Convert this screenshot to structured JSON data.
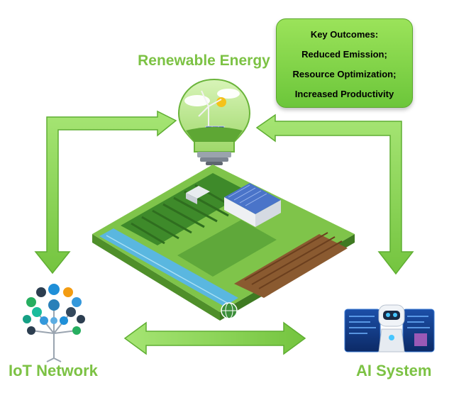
{
  "labels": {
    "renewable_energy": "Renewable Energy",
    "iot_network": "IoT Network",
    "ai_system": "AI System"
  },
  "outcomes": {
    "title": "Key Outcomes:",
    "items": [
      "Reduced Emission;",
      "Resource Optimization;",
      "Increased Productivity"
    ]
  },
  "colors": {
    "label_green": "#7cc244",
    "arrow_green": "#8bd65a",
    "arrow_edge": "#5fae32",
    "box_green": "#86d34f"
  }
}
